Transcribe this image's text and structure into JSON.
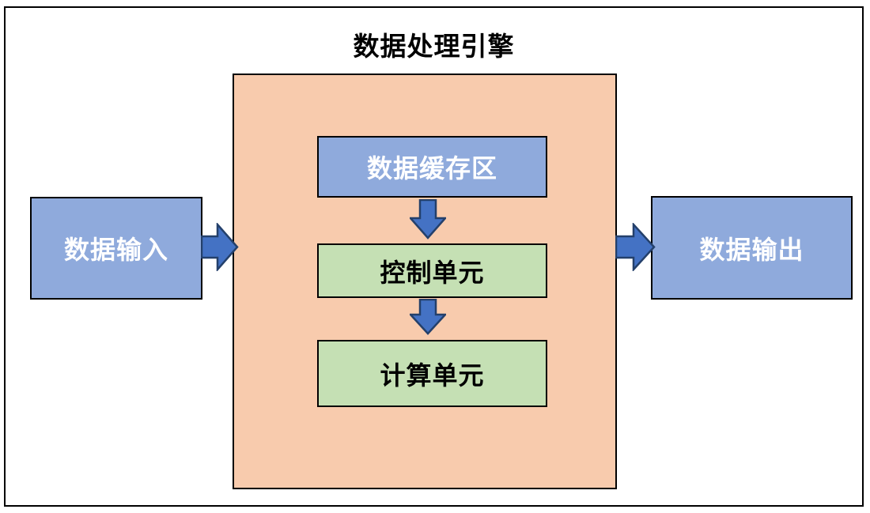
{
  "diagram": {
    "title": "数据处理引擎",
    "input": {
      "label": "数据输入"
    },
    "output": {
      "label": "数据输出"
    },
    "engine": {
      "units": [
        {
          "id": "buffer",
          "label": "数据缓存区",
          "style": "blue"
        },
        {
          "id": "control",
          "label": "控制单元",
          "style": "green"
        },
        {
          "id": "compute",
          "label": "计算单元",
          "style": "green"
        }
      ]
    },
    "colors": {
      "blue_box": "#8FAADC",
      "engine_container": "#F8CBAD",
      "green_box": "#C5E0B4",
      "arrow_fill": "#4472C4",
      "arrow_stroke": "#24406B",
      "box_border": "#000000",
      "text_on_blue": "#FFFFFF",
      "text_on_green": "#000000",
      "title_color": "#000000"
    }
  }
}
